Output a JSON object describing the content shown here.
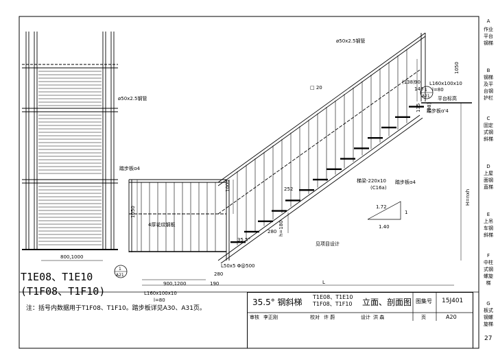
{
  "top_label": "A",
  "side_tabs": [
    {
      "letter": "",
      "lines": [
        "作业",
        "平台",
        "钢梯"
      ]
    },
    {
      "letter": "B",
      "lines": [
        "钢梯",
        "及平",
        "台钢",
        "护栏"
      ]
    },
    {
      "letter": "C",
      "lines": [
        "固定",
        "式钢",
        "斜梯"
      ]
    },
    {
      "letter": "D",
      "lines": [
        "上屋",
        "面钢",
        "直梯"
      ]
    },
    {
      "letter": "E",
      "lines": [
        "上吊",
        "车钢",
        "斜梯"
      ]
    },
    {
      "letter": "F",
      "lines": [
        "中柱",
        "式钢",
        "螺旋",
        "梯"
      ]
    },
    {
      "letter": "G",
      "lines": [
        "板式",
        "钢螺",
        "旋梯"
      ]
    }
  ],
  "labels": {
    "pipe_left": "ø50x2.5钢管",
    "pipe_top": "ø50x2.5钢管",
    "tread_left": "踏步板ɑ4",
    "tread_right": "踏步板ɑ4",
    "tread_top": "踏步板ɑ'4",
    "square_tube": "□ 20",
    "checker_plate": "4厚花纹钢板",
    "stringer": "梯梁-220x10",
    "stringer_alt": "(C16a)",
    "platform": "平台标高",
    "by_project": "见项目设计",
    "angle_top": "L160x100x10",
    "angle_top_l": "l=80",
    "angle_bottom": "L160x100x10",
    "angle_bottom_l": "l=80",
    "anchor": "L50x5 Φ@500",
    "angle_deg": "35.5°",
    "slope_a": "1.72",
    "slope_b": "1",
    "slope_c": "1.40",
    "callout_num": "1",
    "callout_page": "A21",
    "callout_num2": "1",
    "callout_page2": "A21"
  },
  "dims": {
    "w_left": "800,1000",
    "h_side": "1050",
    "h_rail": "1000",
    "h_top": "1050",
    "h_total": "H=nxh",
    "L": "L",
    "d_138": "(138)",
    "d_90": "90",
    "d_140": "140",
    "d_135": "135",
    "d_98": "(98)",
    "d_252": "252",
    "d_280": "280",
    "d_h": "h=180",
    "d_280b": "280",
    "d_190": "190",
    "d_900": "900,1200"
  },
  "marks": {
    "main": "T1E08、T1E10",
    "alt": "(T1F08、T1F10)"
  },
  "note": "注：括号内数据用于T1F08、T1F10。踏步板详见A30、A31页。",
  "title_block": {
    "title": "35.5° 钢斜梯",
    "codes_1": "T1E08、T1E10",
    "codes_2": "T1F08、T1F10",
    "subtitle": "立面、剖面图",
    "atlas_label": "图集号",
    "atlas_no": "15J401",
    "review": "审核",
    "reviewer": "李正刚",
    "check": "校对",
    "checker": "许 蔚",
    "design": "设计",
    "designer": "洪 森",
    "page_label": "页",
    "page_no": "A20"
  },
  "page_footer": "27"
}
